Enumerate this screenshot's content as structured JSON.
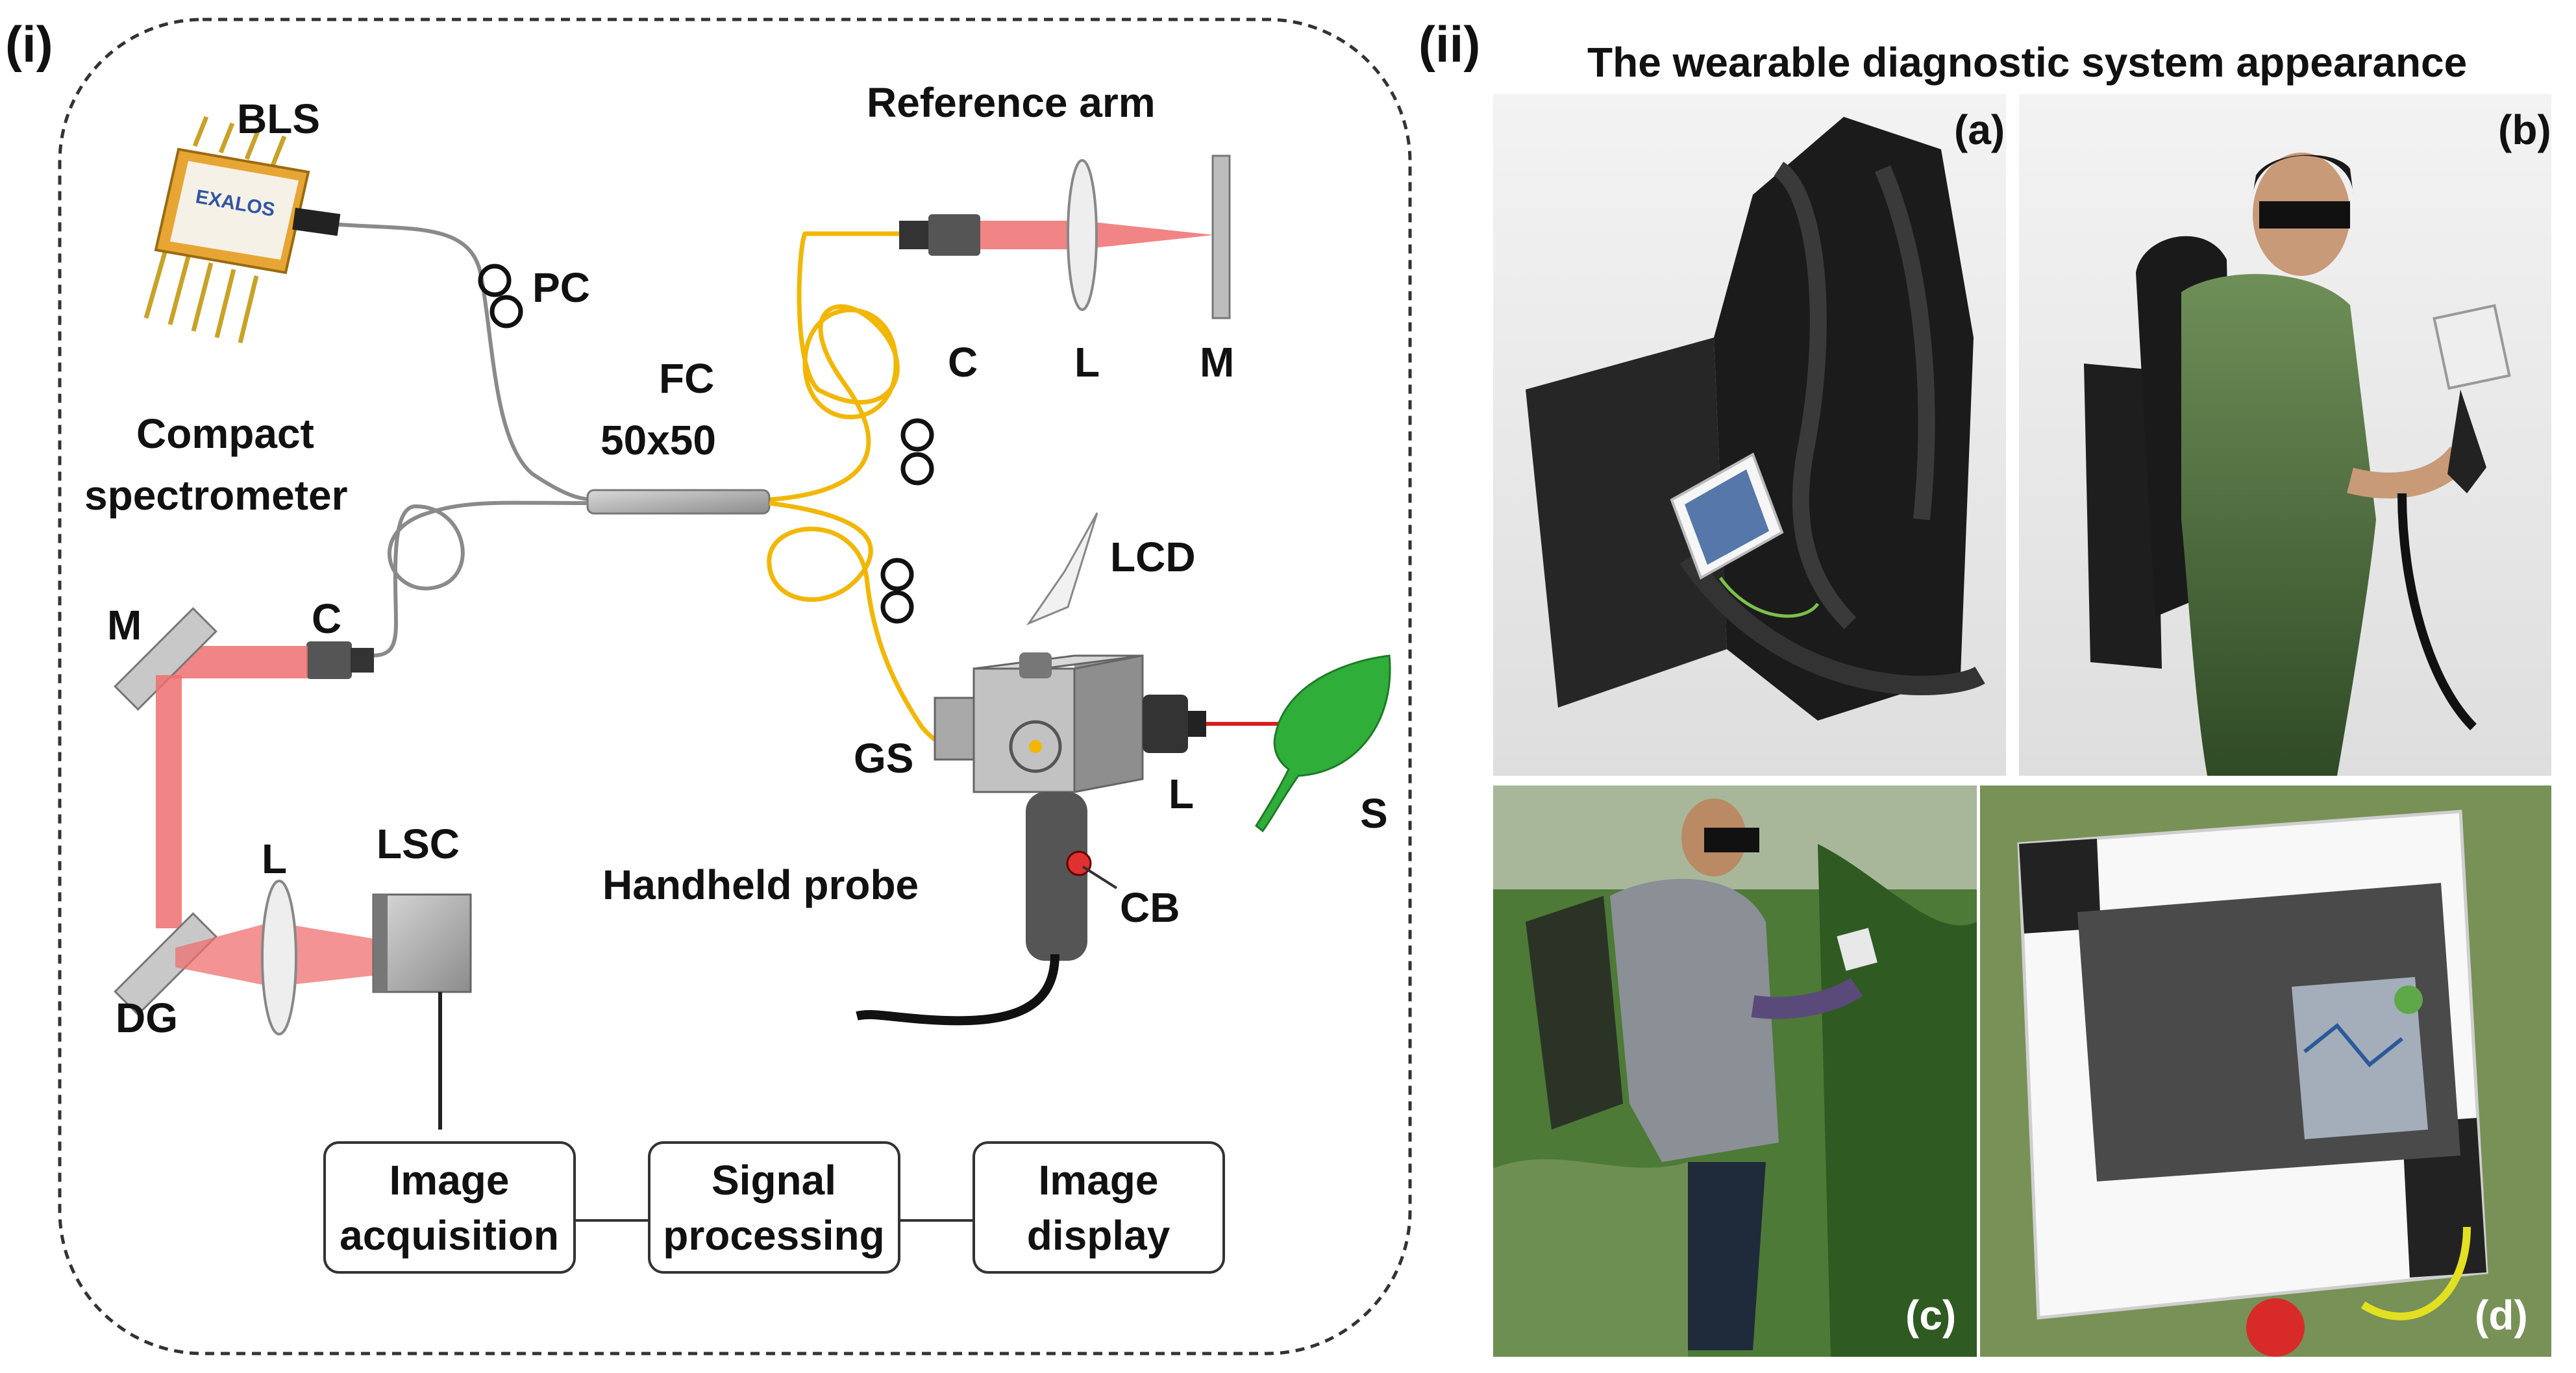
{
  "panel_i": {
    "tag": "(i)",
    "components": {
      "bls": "BLS",
      "chip_brand": "EXALOS",
      "pc": "PC",
      "reference_arm": "Reference arm",
      "ref_c": "C",
      "ref_l": "L",
      "ref_m": "M",
      "fc": "FC",
      "fc_ratio": "50x50",
      "compact_line1": "Compact",
      "compact_line2": "spectrometer",
      "spec_m": "M",
      "spec_c": "C",
      "spec_l": "L",
      "lsc": "LSC",
      "dg": "DG",
      "lcd": "LCD",
      "gs": "GS",
      "probe_l": "L",
      "s": "S",
      "handheld_probe": "Handheld probe",
      "cb": "CB"
    },
    "pipeline": [
      {
        "line1": "Image",
        "line2": "acquisition"
      },
      {
        "line1": "Signal",
        "line2": "processing"
      },
      {
        "line1": "Image",
        "line2": "display"
      }
    ]
  },
  "panel_ii": {
    "tag": "(ii)",
    "title": "The wearable diagnostic  system appearance",
    "photos": [
      {
        "label": "(a)"
      },
      {
        "label": "(b)"
      },
      {
        "label": "(c)"
      },
      {
        "label": "(d)"
      }
    ]
  },
  "colors": {
    "fiber_yellow": "#f2b705",
    "fiber_gray": "#8a8a8a",
    "beam_red": "#ef6f6f",
    "leaf_green": "#2fae3a"
  }
}
